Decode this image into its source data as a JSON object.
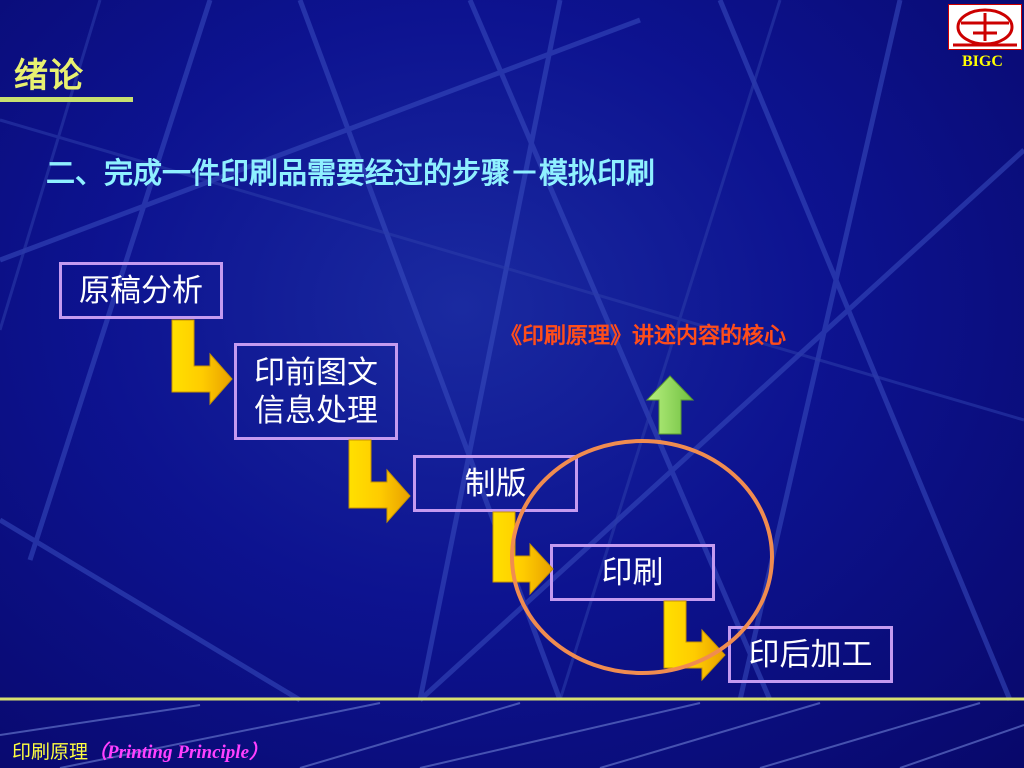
{
  "header": {
    "title": "绪论",
    "logo_text": "BIGC"
  },
  "subtitle": "二、完成一件印刷品需要经过的步骤－模拟印刷",
  "core_note": "《印刷原理》讲述内容的核心",
  "steps": [
    {
      "label": "原稿分析"
    },
    {
      "label": "印前图文\n信息处理"
    },
    {
      "label": "制版"
    },
    {
      "label": "印刷"
    },
    {
      "label": "印后加工"
    }
  ],
  "footer": {
    "course_cn": "印刷原理",
    "course_en": "（Printing Principle）"
  },
  "colors": {
    "background": "#0d1390",
    "title": "#e8f070",
    "subtitle": "#8ff0ff",
    "note": "#ff4d1a",
    "box_border": "#c49af0",
    "step_arrow": "#ffcc00",
    "up_arrow": "#90e060",
    "highlight_circle": "#f08c50"
  }
}
